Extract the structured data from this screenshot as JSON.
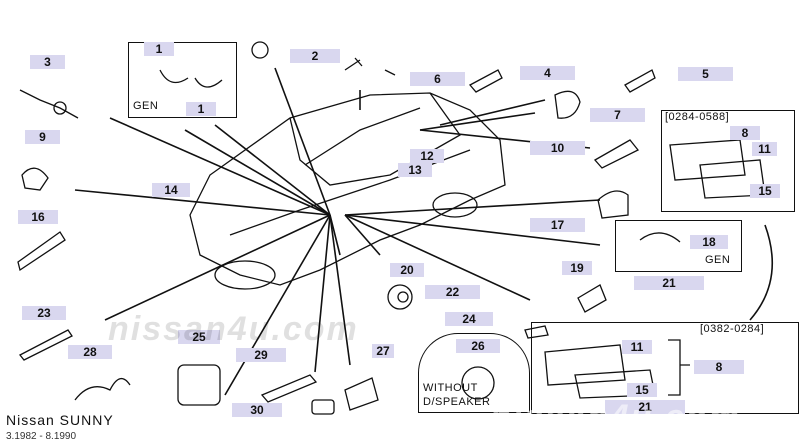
{
  "brand": {
    "model": "Nissan SUNNY",
    "range": "3.1982 - 8.1990"
  },
  "watermarks": [
    "nissan4u.com",
    "nissan4u.com"
  ],
  "notes": {
    "gen_top": "GEN",
    "gen_right": "GEN",
    "range_a": "[0284-0588]",
    "range_b": "[0382-0284]",
    "without_line1": "WITHOUT",
    "without_line2": "D/SPEAKER"
  },
  "callouts": [
    "1",
    "1",
    "2",
    "3",
    "4",
    "5",
    "6",
    "7",
    "8",
    "8",
    "9",
    "10",
    "11",
    "11",
    "12",
    "13",
    "14",
    "15",
    "15",
    "16",
    "17",
    "18",
    "19",
    "20",
    "21",
    "21",
    "22",
    "23",
    "24",
    "25",
    "26",
    "27",
    "28",
    "29",
    "30"
  ],
  "colors": {
    "label_bg": "#d9d7ef",
    "line": "#111111"
  }
}
